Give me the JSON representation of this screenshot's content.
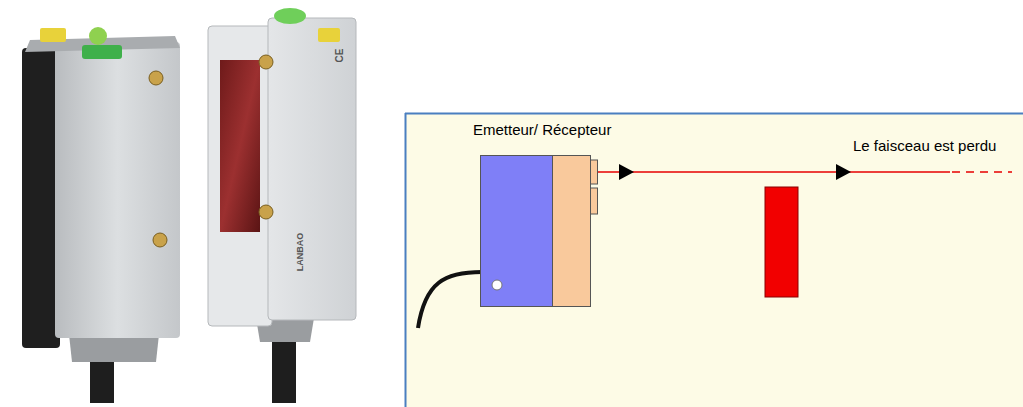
{
  "diagram": {
    "nodes": [
      {
        "text": [
          "Emetteur/ Récepteur"
        ]
      }
    ],
    "labels": [
      "LANBAO",
      "CE",
      "Le faisceau est perdu"
    ]
  }
}
